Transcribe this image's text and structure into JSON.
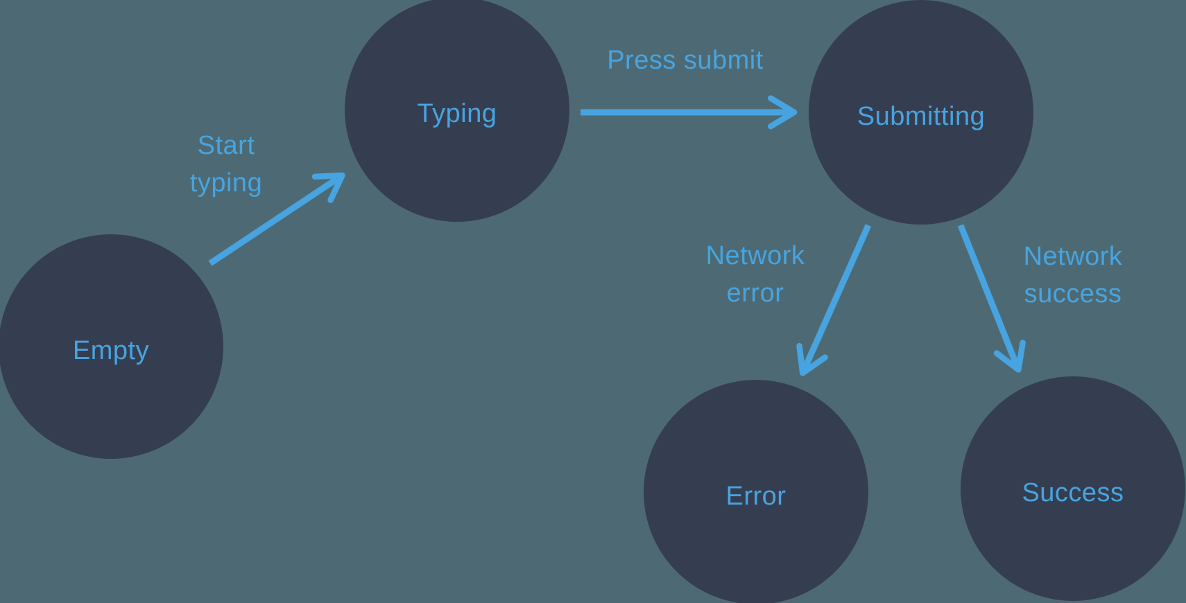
{
  "colors": {
    "background": "#4D6A74",
    "node_fill": "#353E50",
    "accent_blue": "#47A4E0"
  },
  "states": {
    "empty": {
      "label": "Empty"
    },
    "typing": {
      "label": "Typing"
    },
    "submitting": {
      "label": "Submitting"
    },
    "error": {
      "label": "Error"
    },
    "success": {
      "label": "Success"
    }
  },
  "transitions": {
    "start_typing": {
      "from": "Empty",
      "to": "Typing",
      "line1": "Start",
      "line2": "typing"
    },
    "press_submit": {
      "from": "Typing",
      "to": "Submitting",
      "line1": "Press submit",
      "line2": ""
    },
    "network_error": {
      "from": "Submitting",
      "to": "Error",
      "line1": "Network",
      "line2": "error"
    },
    "network_success": {
      "from": "Submitting",
      "to": "Success",
      "line1": "Network",
      "line2": "success"
    }
  }
}
